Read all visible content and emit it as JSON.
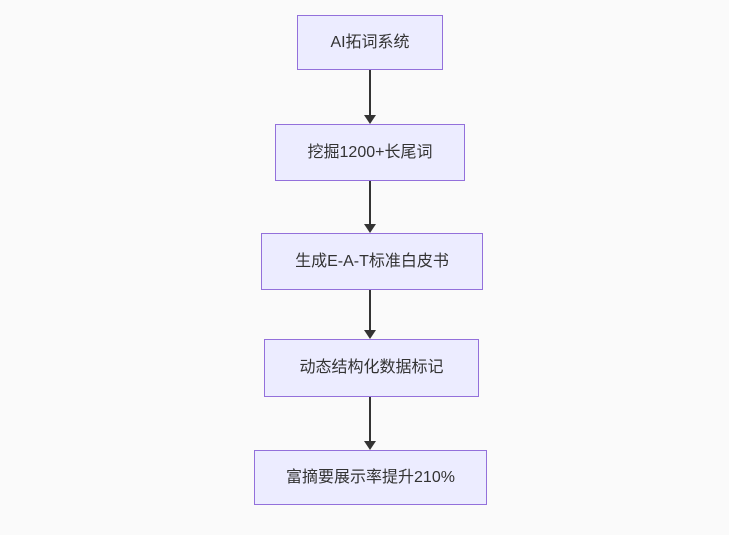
{
  "flowchart": {
    "type": "flowchart-vertical",
    "nodes": [
      {
        "label": "AI拓词系统"
      },
      {
        "label": "挖掘1200+长尾词"
      },
      {
        "label": "生成E-A-T标准白皮书"
      },
      {
        "label": "动态结构化数据标记"
      },
      {
        "label": "富摘要展示率提升210%"
      }
    ],
    "edges": [
      {
        "from": "AI拓词系统",
        "to": "挖掘1200+长尾词"
      },
      {
        "from": "挖掘1200+长尾词",
        "to": "生成E-A-T标准白皮书"
      },
      {
        "from": "生成E-A-T标准白皮书",
        "to": "动态结构化数据标记"
      },
      {
        "from": "动态结构化数据标记",
        "to": "富摘要展示率提升210%"
      }
    ],
    "colors": {
      "background": "#fafafa",
      "node_fill": "#ececff",
      "node_border": "#9370db",
      "text": "#333333",
      "arrow": "#333333"
    }
  }
}
